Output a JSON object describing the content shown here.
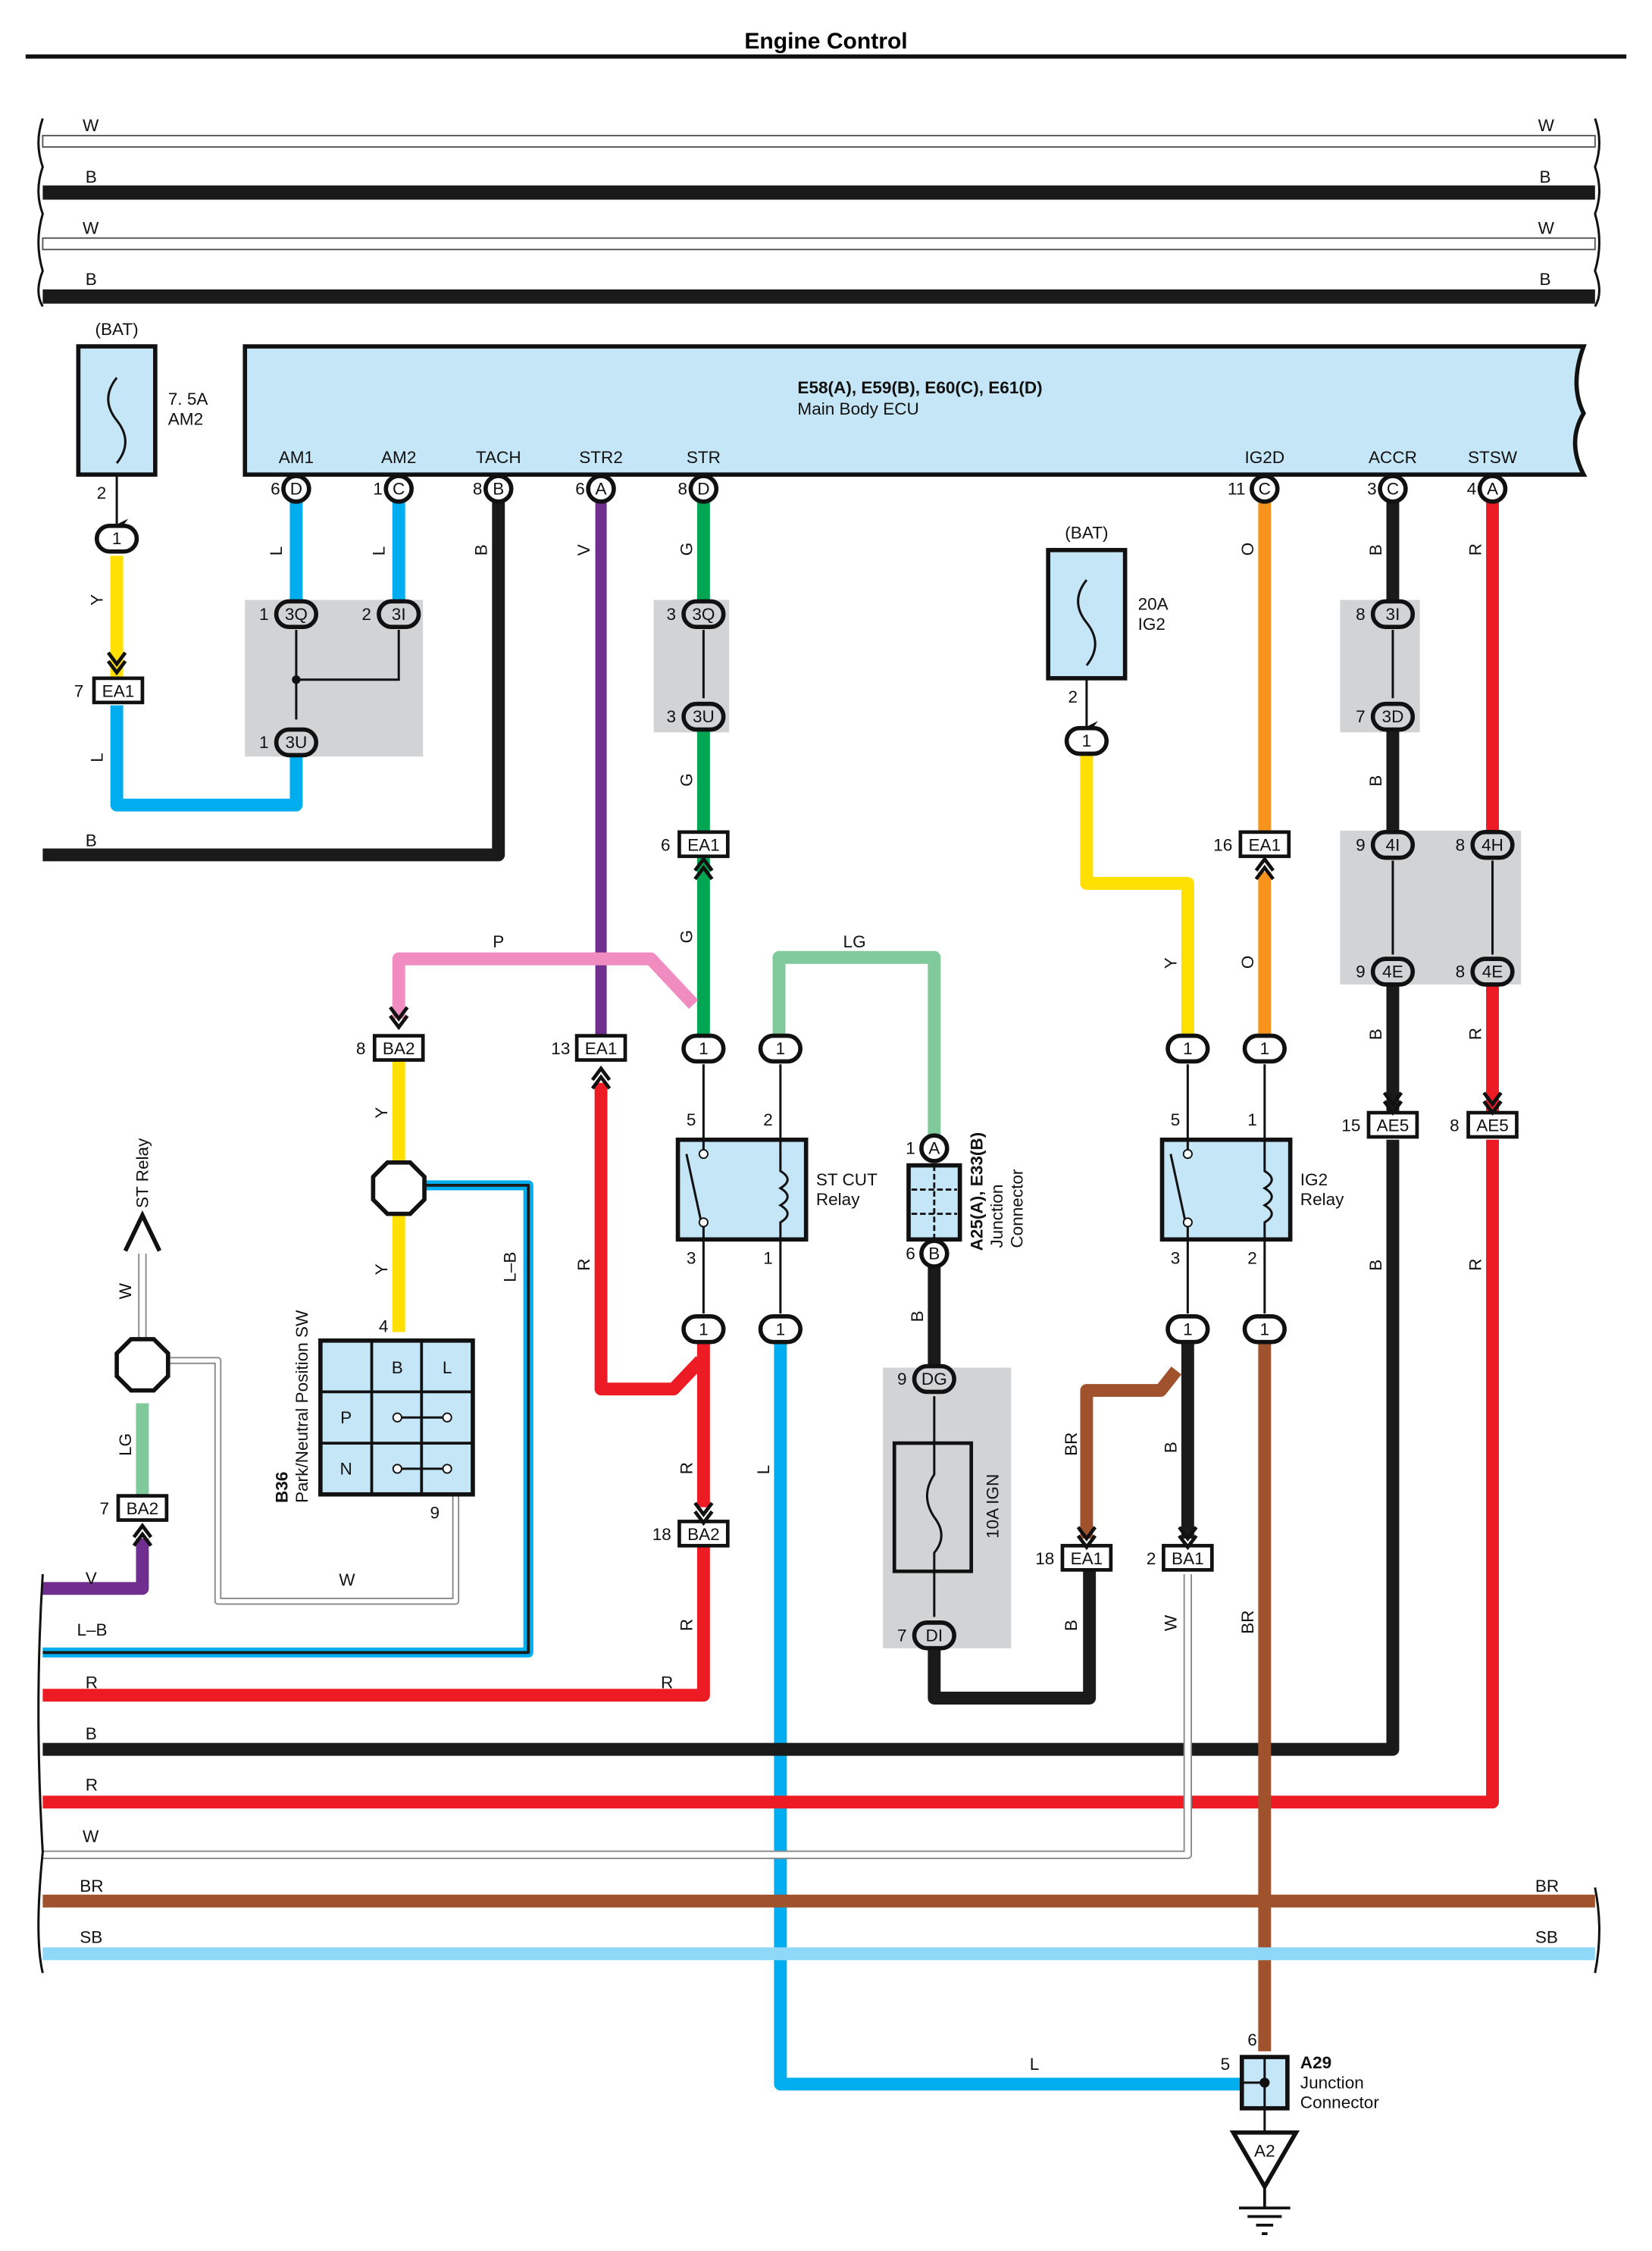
{
  "header": {
    "title": "Engine Control"
  },
  "colors": {
    "W": "#ffffff",
    "B": "#1a1a1a",
    "L": "#00aeef",
    "Y": "#ffe000",
    "V": "#702f8f",
    "G": "#00a651",
    "O": "#f7941d",
    "R": "#ed1c24",
    "P": "#f08cbf",
    "LG": "#7fc99a",
    "BR": "#a0522d",
    "SB": "#8fd8f8",
    "box": "#c5e6f6",
    "splice": "#d2d3d5"
  },
  "top_buses": [
    {
      "label_left": "W",
      "label_right": "W"
    },
    {
      "label_left": "B",
      "label_right": "B"
    },
    {
      "label_left": "W",
      "label_right": "W"
    },
    {
      "label_left": "B",
      "label_right": "B"
    }
  ],
  "fuse_am2": {
    "source": "(BAT)",
    "rating": "7. 5A",
    "name": "AM2",
    "pin": "2"
  },
  "ecu": {
    "connectors": "E58(A), E59(B), E60(C), E61(D)",
    "name": "Main Body ECU",
    "terminals": [
      {
        "name": "AM1",
        "pin": "6",
        "conn": "D",
        "wire": "L"
      },
      {
        "name": "AM2",
        "pin": "1",
        "conn": "C",
        "wire": "L"
      },
      {
        "name": "TACH",
        "pin": "8",
        "conn": "B",
        "wire": "B"
      },
      {
        "name": "STR2",
        "pin": "6",
        "conn": "A",
        "wire": "V"
      },
      {
        "name": "STR",
        "pin": "8",
        "conn": "D",
        "wire": "G"
      },
      {
        "name": "IG2D",
        "pin": "11",
        "conn": "C",
        "wire": "O"
      },
      {
        "name": "ACCR",
        "pin": "3",
        "conn": "C",
        "wire": "B"
      },
      {
        "name": "STSW",
        "pin": "4",
        "conn": "A",
        "wire": "R"
      }
    ]
  },
  "fuse_ig2": {
    "source": "(BAT)",
    "rating": "20A",
    "name": "IG2",
    "pin": "2"
  },
  "splices": {
    "am": [
      {
        "pin": "1",
        "id": "3Q"
      },
      {
        "pin": "2",
        "id": "3I"
      },
      {
        "pin": "1",
        "id": "3U"
      }
    ],
    "str": [
      {
        "pin": "3",
        "id": "3Q"
      },
      {
        "pin": "3",
        "id": "3U"
      }
    ],
    "accr": [
      {
        "pin": "8",
        "id": "3I"
      },
      {
        "pin": "7",
        "id": "3D"
      }
    ],
    "mid": [
      {
        "pin": "9",
        "id": "4I"
      },
      {
        "pin": "8",
        "id": "4H"
      },
      {
        "pin": "9",
        "id": "4E"
      },
      {
        "pin": "8",
        "id": "4E"
      }
    ],
    "ign": [
      {
        "pin": "9",
        "id": "DG"
      },
      {
        "pin": "7",
        "id": "DI"
      }
    ]
  },
  "connectors": {
    "ea1_7": {
      "pin": "7",
      "id": "EA1"
    },
    "ea1_6": {
      "pin": "6",
      "id": "EA1"
    },
    "ea1_16": {
      "pin": "16",
      "id": "EA1"
    },
    "ba2_8": {
      "pin": "8",
      "id": "BA2"
    },
    "ea1_13": {
      "pin": "13",
      "id": "EA1"
    },
    "ae5_15": {
      "pin": "15",
      "id": "AE5"
    },
    "ae5_8": {
      "pin": "8",
      "id": "AE5"
    },
    "ba2_7": {
      "pin": "7",
      "id": "BA2"
    },
    "ba2_18": {
      "pin": "18",
      "id": "BA2"
    },
    "ea1_18": {
      "pin": "18",
      "id": "EA1"
    },
    "ba1_2": {
      "pin": "2",
      "id": "BA1"
    }
  },
  "relay_pin": "1",
  "st_cut_relay": {
    "name_line1": "ST CUT",
    "name_line2": "Relay",
    "pins": {
      "p5": "5",
      "p2": "2",
      "p3": "3",
      "p1": "1"
    }
  },
  "ig2_relay": {
    "name_line1": "IG2",
    "name_line2": "Relay",
    "pins": {
      "p5": "5",
      "p1": "1",
      "p3": "3",
      "p2": "2"
    }
  },
  "junction_a25": {
    "id": "A25(A), E33(B)",
    "name_line1": "Junction",
    "name_line2": "Connector",
    "pin_top": "1",
    "conn_top": "A",
    "pin_bottom": "6",
    "conn_bottom": "B"
  },
  "fuse_ign": {
    "label": "10A IGN"
  },
  "pnp_switch": {
    "id": "B36",
    "name": "Park/Neutral Position SW",
    "pin_top": "4",
    "pin_bottom": "9",
    "cols": [
      "B",
      "L"
    ],
    "rows": [
      "P",
      "N"
    ]
  },
  "st_relay": {
    "label": "ST Relay"
  },
  "junction_a29": {
    "id": "A29",
    "name_line1": "Junction",
    "name_line2": "Connector",
    "pin_top": "6",
    "pin_left": "5",
    "ground": "A2"
  },
  "wire_labels": {
    "y": "Y",
    "l": "L",
    "b": "B",
    "v": "V",
    "g": "G",
    "o": "O",
    "r": "R",
    "p": "P",
    "lg": "LG",
    "lb": "L–B",
    "w": "W",
    "br": "BR",
    "sb": "SB"
  },
  "bottom_buses": [
    {
      "label_left": "R"
    },
    {
      "label_left": "B"
    },
    {
      "label_left": "R"
    },
    {
      "label_left": "W"
    },
    {
      "label_left": "BR",
      "label_right": "BR"
    },
    {
      "label_left": "SB",
      "label_right": "SB"
    }
  ]
}
